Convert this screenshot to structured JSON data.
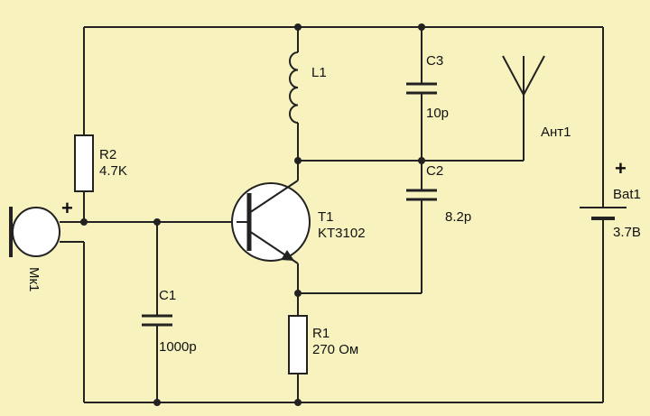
{
  "components": {
    "r2": {
      "name": "R2",
      "value": "4.7K"
    },
    "r1": {
      "name": "R1",
      "value": "270 Ом"
    },
    "l1": {
      "name": "L1"
    },
    "c1": {
      "name": "C1",
      "value": "1000p"
    },
    "c2": {
      "name": "C2",
      "value": "8.2p"
    },
    "c3": {
      "name": "C3",
      "value": "10p"
    },
    "t1": {
      "name": "T1",
      "value": "KT3102"
    },
    "antenna": {
      "name": "Ант1"
    },
    "battery": {
      "name": "Bat1",
      "value": "3.7B",
      "polarity": "+"
    },
    "microphone": {
      "name": "Мк1",
      "polarity": "+"
    }
  },
  "colors": {
    "background": "#f7f2be",
    "ink": "#222222"
  }
}
